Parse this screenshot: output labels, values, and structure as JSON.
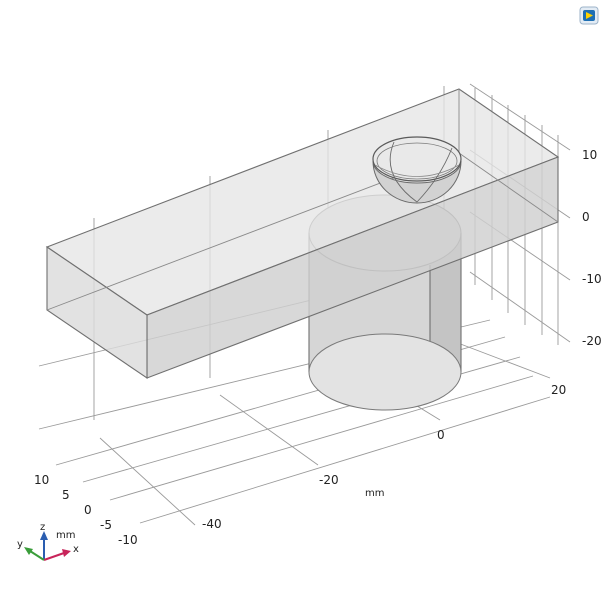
{
  "app_logo_icon": "comsol-logo-icon",
  "colors": {
    "background": "#ffffff",
    "grid": "#9a9a9a",
    "solid_fill": "#d9d9d9",
    "edge": "#6f6f6f",
    "axis_x": "#c8245a",
    "axis_y": "#3a9d3a",
    "axis_z": "#2a5db0"
  },
  "axes": {
    "x": {
      "unit": "mm",
      "ticks": [
        "-40",
        "-20",
        "0",
        "20"
      ]
    },
    "y": {
      "ticks": [
        "10",
        "5",
        "0",
        "-5",
        "-10"
      ]
    },
    "z": {
      "ticks": [
        "10",
        "0",
        "-10",
        "-20"
      ]
    }
  },
  "triad": {
    "label_z": "z",
    "label_y": "y",
    "label_x": "x",
    "unit": "mm"
  }
}
